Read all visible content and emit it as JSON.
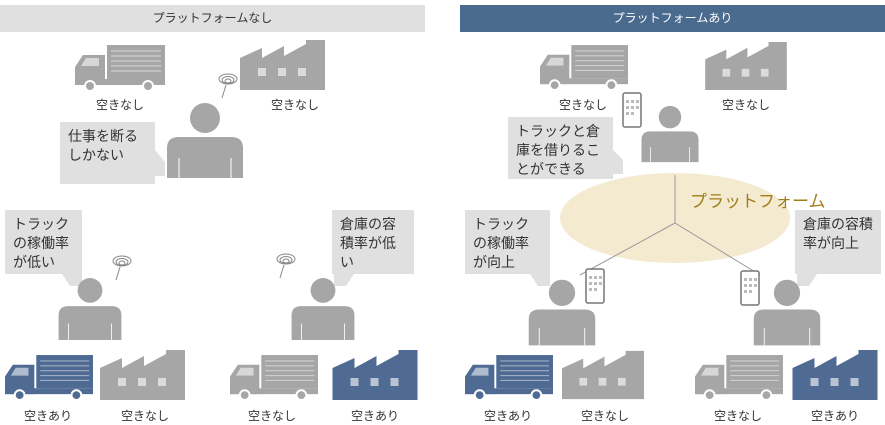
{
  "left_panel": {
    "title": "プラットフォームなし",
    "truck_top": "空きなし",
    "warehouse_top": "空きなし",
    "bubble_top": "仕事を断るしかない",
    "bubble_trucker": "トラックの稼働率が低い",
    "bubble_warehouse": "倉庫の容積率が低い",
    "truck_bl": "空きあり",
    "warehouse_bl": "空きなし",
    "truck_br": "空きなし",
    "warehouse_br": "空きあり"
  },
  "right_panel": {
    "title": "プラットフォームあり",
    "truck_top": "空きなし",
    "warehouse_top": "空きなし",
    "bubble_top": "トラックと倉庫を借りることができる",
    "platform": "プラットフォーム",
    "bubble_trucker": "トラックの稼働率が向上",
    "bubble_warehouse": "倉庫の容積率が向上",
    "truck_bl": "空きあり",
    "warehouse_bl": "空きなし",
    "truck_br": "空きなし",
    "warehouse_br": "空きあり"
  },
  "colors": {
    "gray": "#a6a6a6",
    "blue": "#4f6b93",
    "header_dark": "#4a6a8e",
    "bubble": "#e0e0e0",
    "platform_fill": "#f3ead0",
    "platform_text": "#a07d1c"
  }
}
